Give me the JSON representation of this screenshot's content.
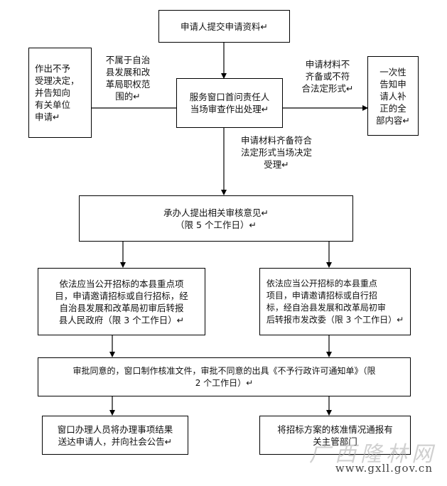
{
  "diagram": {
    "submit": "申请人提交申请资料↵",
    "reject_box": "作出不予\n受理决定，\n并告知向\n有关单位\n申请↵",
    "reject_note": "不属于自治\n县发展和改\n革局职权范\n围的↵",
    "window_box": "服务窗口首问责任人\n当场审查作出处理↵",
    "incomplete_note": "申请材料不\n齐备或不符\n合法定形式↵",
    "supplement_box": "一次性\n告知申\n请人补\n正的全\n部内容↵",
    "accept_note": "申请材料齐备符合\n法定形式当场决定\n受理↵",
    "review_box": "承办人提出相关审核意见↵\n（限 5 个工作日）↵",
    "county_box": "依法应当公开招标的本县重点项\n目，申请邀请招标或自行招标，经\n自治县发展和改革局初审后转报\n县人民政府（限 3 个工作日）↵",
    "city_box": "依法应当公开招标的本县重点\n项目，申请邀请招标或自行招\n标，经自治县发展和改革局初审\n后转报市发改委（限 3 个工作日）↵",
    "approve_box": "审批同意的，窗口制作核准文件，审批不同意的出具《不予行政许可通知单》（限\n2 个工作日）↵",
    "deliver_box": "窗口办理人员将办理事项结果\n送达申请人，并向社会公告↵",
    "notify_box": "将招标方案的核准情况通报有\n关主管部门"
  },
  "watermark": {
    "logo_text": "广西隆林网",
    "url": "www.gxll.gov.cn"
  }
}
